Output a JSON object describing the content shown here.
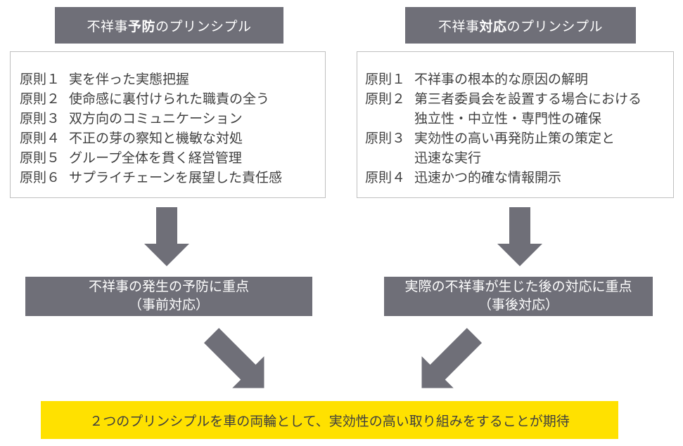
{
  "colors": {
    "box_gray": "#6F6F78",
    "highlight_yellow": "#FFE100",
    "box_border": "#BFBFBF",
    "body_text": "#404040"
  },
  "left_column": {
    "header": {
      "pre": "不祥事",
      "bold": "予防",
      "post": "のプリンシプル"
    },
    "principles": [
      {
        "label": "原則１",
        "lines": [
          "実を伴った実態把握"
        ]
      },
      {
        "label": "原則２",
        "lines": [
          "使命感に裏付けられた職責の全う"
        ]
      },
      {
        "label": "原則３",
        "lines": [
          "双方向のコミュニケーション"
        ]
      },
      {
        "label": "原則４",
        "lines": [
          "不正の芽の察知と機敏な対処"
        ]
      },
      {
        "label": "原則５",
        "lines": [
          "グループ全体を貫く経営管理"
        ]
      },
      {
        "label": "原則６",
        "lines": [
          "サプライチェーンを展望した責任感"
        ]
      }
    ],
    "summary": {
      "line1": "不祥事の発生の予防に重点",
      "line2": "（事前対応）"
    }
  },
  "right_column": {
    "header": {
      "pre": "不祥事",
      "bold": "対応",
      "post": "のプリンシプル"
    },
    "principles": [
      {
        "label": "原則１",
        "lines": [
          "不祥事の根本的な原因の解明"
        ]
      },
      {
        "label": "原則２",
        "lines": [
          "第三者委員会を設置する場合における",
          "独立性・中立性・専門性の確保"
        ]
      },
      {
        "label": "原則３",
        "lines": [
          "実効性の高い再発防止策の策定と",
          "迅速な実行"
        ]
      },
      {
        "label": "原則４",
        "lines": [
          "迅速かつ的確な情報開示"
        ]
      }
    ],
    "summary": {
      "line1": "実際の不祥事が生じた後の対応に重点",
      "line2": "（事後対応）"
    }
  },
  "conclusion": {
    "text": "２つのプリンシプルを車の両輪として、実効性の高い取り組みをすることが期待"
  }
}
